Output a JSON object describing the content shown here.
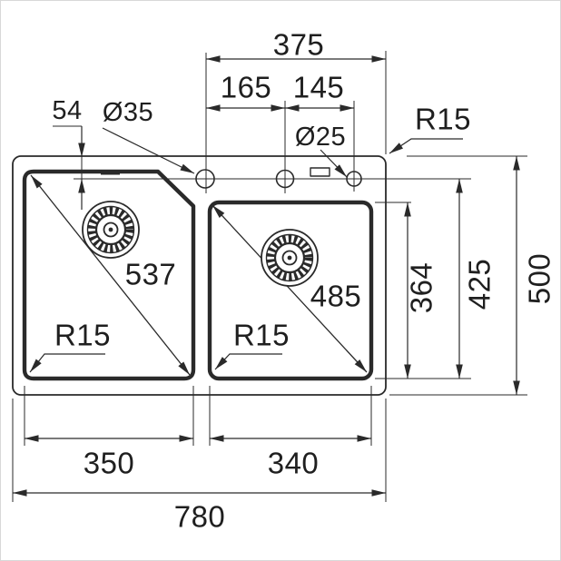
{
  "drawing": {
    "subject": "double-bowl kitchen sink technical dimension drawing, top view",
    "line_color": "#2a2a2a",
    "text_color": "#1f1f1f",
    "background_color": "#ffffff"
  },
  "dimensions": {
    "top_width": "375",
    "hole_pitch_left": "165",
    "hole_pitch_right": "145",
    "edge_to_hole_axis": "54",
    "hole_dia_large": "Ø35",
    "hole_dia_small": "Ø25",
    "rim_corner_radius": "R15",
    "left_bowl_diagonal": "537",
    "right_bowl_diagonal": "485",
    "left_bowl_radius": "R15",
    "right_bowl_radius": "R15",
    "bowl_inner_depth": "364",
    "front_to_hole_axis": "425",
    "overall_depth": "500",
    "left_bowl_width": "350",
    "right_bowl_width": "340",
    "overall_width": "780"
  }
}
